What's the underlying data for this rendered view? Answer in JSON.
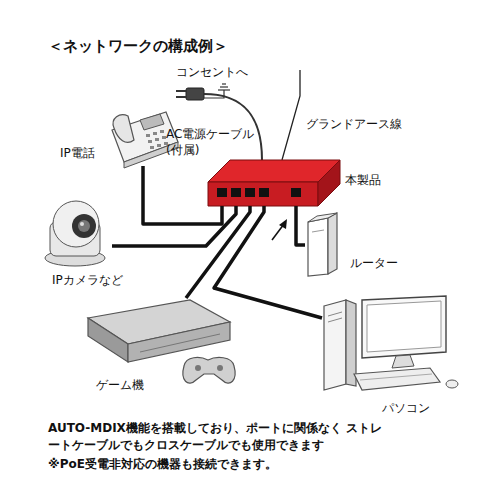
{
  "diagram": {
    "title": "＜ネットワークの構成例＞",
    "caption": "AUTO-MDIX機能を搭載しており、ポートに関係なく ストレートケーブルでもクロスケーブルでも使用できます",
    "nodes": [
      {
        "text": [
          "IP電話"
        ]
      },
      {
        "text": [
          "本製品"
        ]
      },
      {
        "text": [
          "IPカメラなど"
        ]
      },
      {
        "text": [
          "ルーター"
        ]
      },
      {
        "text": [
          "ゲーム機"
        ]
      },
      {
        "text": [
          "パソコン"
        ]
      }
    ],
    "edges": [
      {
        "from": 1,
        "to": 0,
        "arrow": "none"
      },
      {
        "from": 1,
        "to": 2,
        "arrow": "none"
      },
      {
        "from": 1,
        "to": 3,
        "arrow": "none"
      },
      {
        "from": 1,
        "to": 4,
        "arrow": "none"
      },
      {
        "from": 1,
        "to": 5,
        "arrow": "none"
      }
    ],
    "labels": [
      "コンセントへ",
      "AC電源ケーブル (付属)",
      "グランドアース線",
      "※PoE受電非対応の機器も接続できます。"
    ]
  }
}
